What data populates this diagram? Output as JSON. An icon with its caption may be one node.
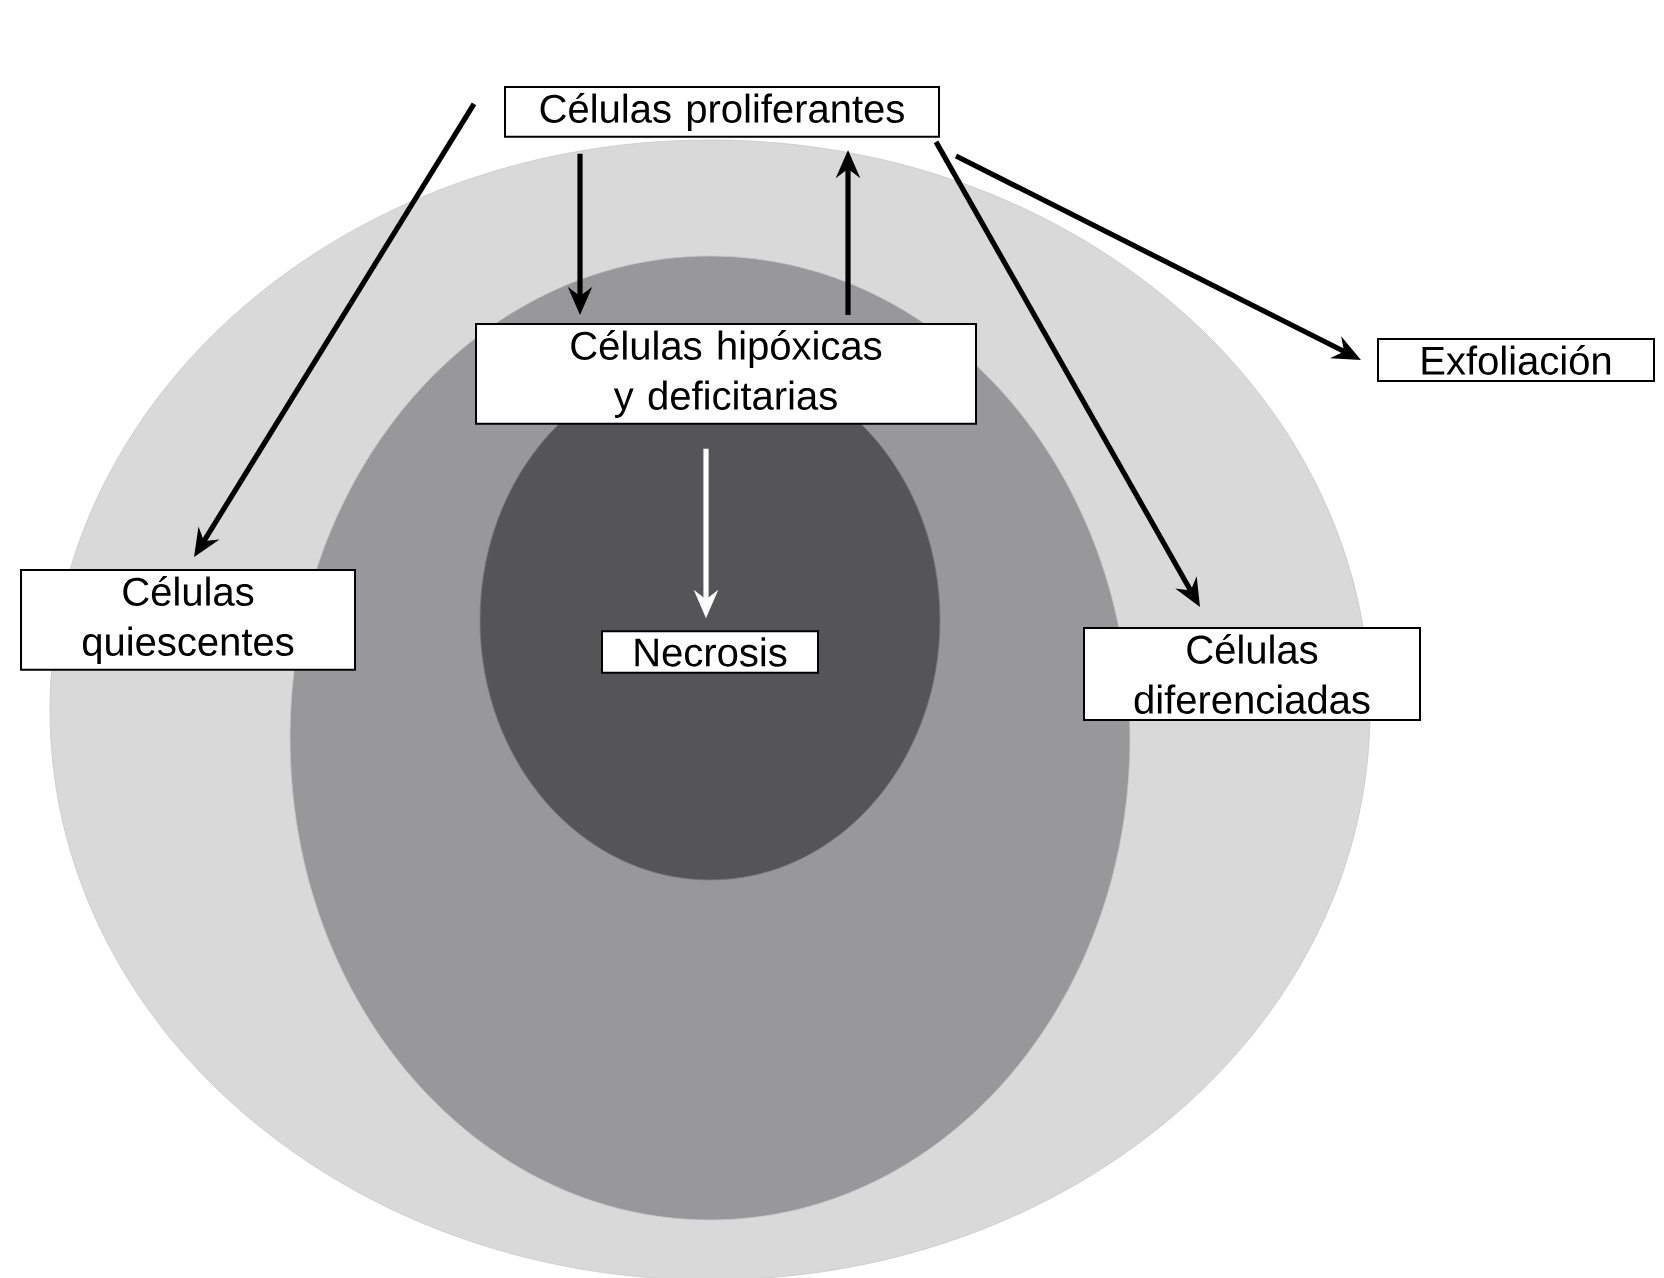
{
  "diagram": {
    "nodes": [
      {
        "text": [
          "Células proliferantes"
        ]
      },
      {
        "text": [
          "Células hipóxicas y deficitarias"
        ]
      },
      {
        "text": [
          "Necrosis"
        ]
      },
      {
        "text": [
          "Células quiescentes"
        ]
      },
      {
        "text": [
          "Células diferenciadas"
        ]
      },
      {
        "text": [
          "Exfoliación"
        ]
      }
    ],
    "edges": [
      {
        "from": 0,
        "to": 3,
        "arrow": "to"
      },
      {
        "from": 0,
        "to": 1,
        "arrow": "to"
      },
      {
        "from": 1,
        "to": 0,
        "arrow": "to"
      },
      {
        "from": 1,
        "to": 2,
        "arrow": "to",
        "color": "#ffffff"
      },
      {
        "from": 0,
        "to": 4,
        "arrow": "to"
      },
      {
        "from": 0,
        "to": 5,
        "arrow": "to"
      }
    ]
  }
}
